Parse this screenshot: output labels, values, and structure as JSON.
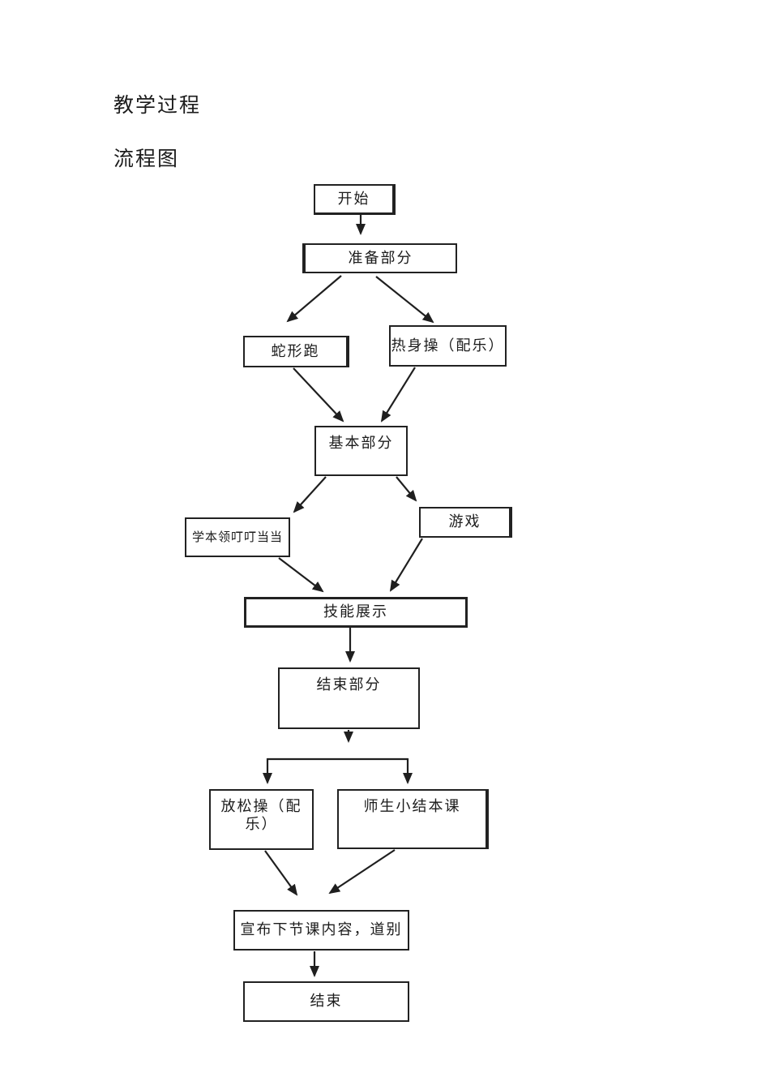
{
  "document": {
    "heading": "教学过程",
    "subheading": "流程图"
  },
  "flowchart": {
    "nodes": [
      {
        "id": "start",
        "label": "开始"
      },
      {
        "id": "prep",
        "label": "准备部分"
      },
      {
        "id": "snake-run",
        "label": "蛇形跑"
      },
      {
        "id": "warmup",
        "label": "热身操（配乐）"
      },
      {
        "id": "basic",
        "label": "基本部分"
      },
      {
        "id": "learn",
        "label": "学本领叮叮当当"
      },
      {
        "id": "game",
        "label": "游戏"
      },
      {
        "id": "skill-show",
        "label": "技能展示"
      },
      {
        "id": "ending",
        "label": "结束部分"
      },
      {
        "id": "relax",
        "label": "放松操（配乐）"
      },
      {
        "id": "summary",
        "label": "师生小结本课"
      },
      {
        "id": "announce",
        "label": "宣布下节课内容，道别"
      },
      {
        "id": "end",
        "label": "结束"
      }
    ],
    "edges": [
      {
        "from": "start",
        "to": "prep"
      },
      {
        "from": "prep",
        "to": "snake-run"
      },
      {
        "from": "prep",
        "to": "warmup"
      },
      {
        "from": "snake-run",
        "to": "basic"
      },
      {
        "from": "warmup",
        "to": "basic"
      },
      {
        "from": "basic",
        "to": "learn"
      },
      {
        "from": "basic",
        "to": "game"
      },
      {
        "from": "learn",
        "to": "skill-show"
      },
      {
        "from": "game",
        "to": "skill-show"
      },
      {
        "from": "skill-show",
        "to": "ending"
      },
      {
        "from": "ending",
        "to": "relax"
      },
      {
        "from": "ending",
        "to": "summary"
      },
      {
        "from": "relax",
        "to": "announce"
      },
      {
        "from": "summary",
        "to": "announce"
      },
      {
        "from": "announce",
        "to": "end"
      }
    ],
    "line_color": "#1f1f1f"
  }
}
